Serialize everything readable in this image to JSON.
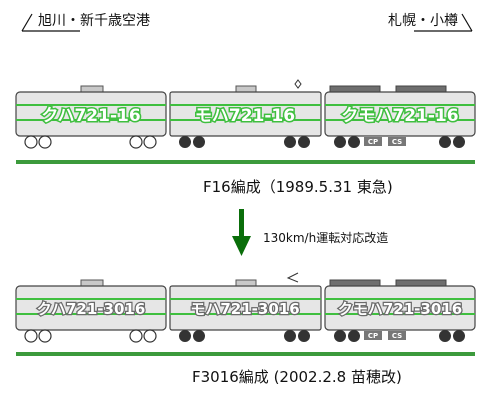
{
  "directions": {
    "left": "旭川・新千歳空港",
    "right": "札幌・小樽"
  },
  "formations": [
    {
      "title": "F16編成（1989.5.31 東急)",
      "cars": [
        "クハ721-16",
        "モハ721-16",
        "クモハ721-16"
      ]
    },
    {
      "title": "F3016編成 (2002.2.8 苗穂改)",
      "cars": [
        "クハ721-3016",
        "モハ721-3016",
        "クモハ721-3016"
      ]
    }
  ],
  "modification": {
    "label": "130km/h運転対応改造"
  },
  "equipment_tags": [
    "CP",
    "CS"
  ],
  "colors": {
    "stripe": "#3fbf3f",
    "rail": "#3c9a3c",
    "arrow": "#0a6e0a",
    "body": "#e6e6e6",
    "roof_equipment": "#6e6e6e"
  }
}
